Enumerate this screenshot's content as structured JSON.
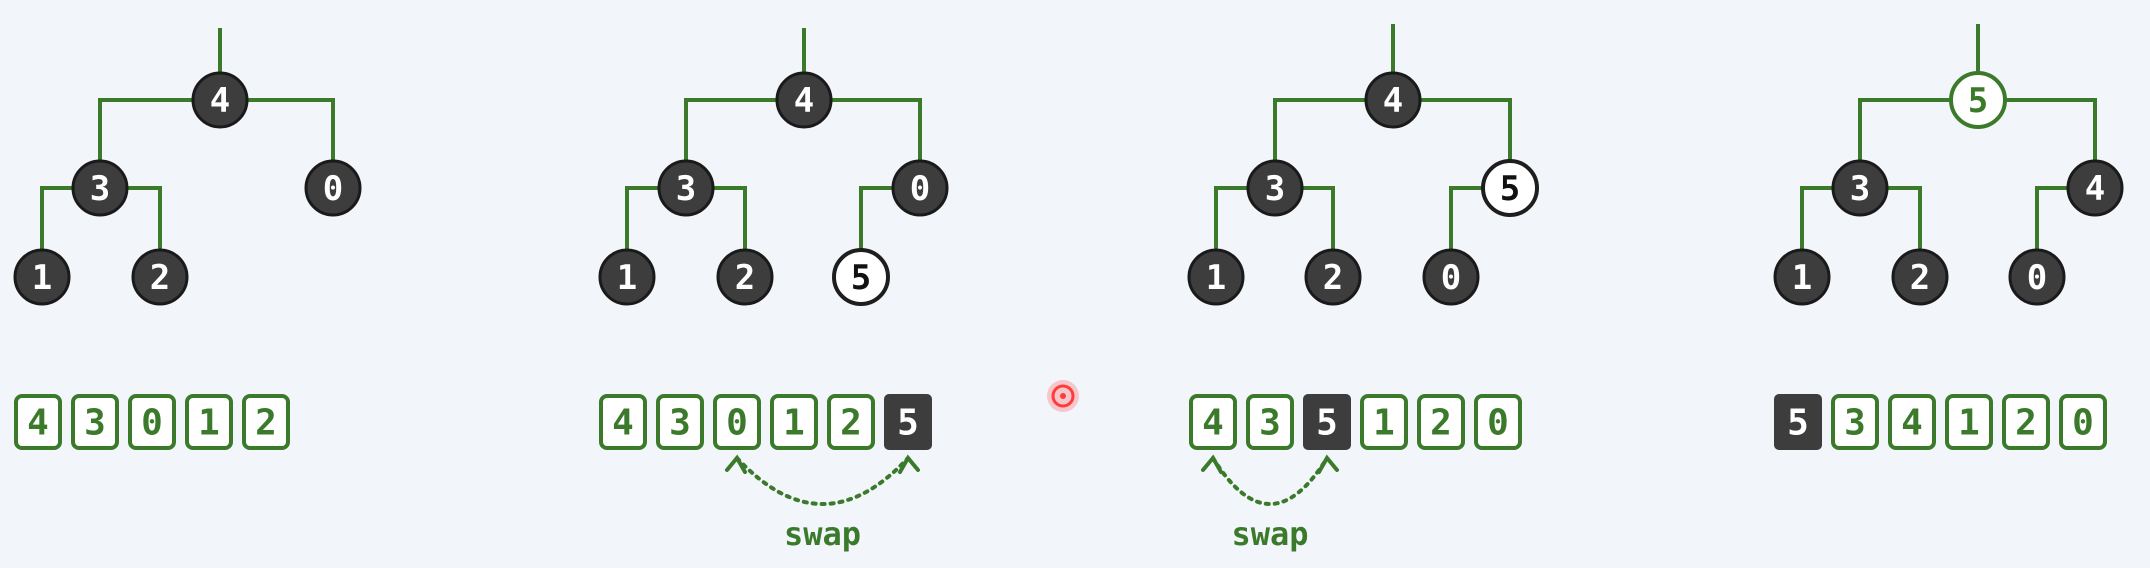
{
  "colors": {
    "edge": "#3b7a2b",
    "node_dark": "#3d3d3d",
    "node_text_light": "#ffffff",
    "node_highlight_fill": "#ffffff",
    "node_highlight_stroke": "#1e1e1e",
    "node_root_stroke": "#3b7a2b",
    "cell_border": "#3b7a2b",
    "cell_text": "#3b7a2b",
    "cell_dark_fill": "#3d3d3d",
    "cell_dark_text": "#ffffff",
    "swap": "#3b7a2b",
    "cursor": "#ff3b3b"
  },
  "panels": [
    {
      "id": "step-1",
      "tree": {
        "root": "4",
        "nodes": [
          {
            "value": "4",
            "parent": null,
            "style": "dark"
          },
          {
            "value": "3",
            "parent": 0,
            "style": "dark"
          },
          {
            "value": "0",
            "parent": 0,
            "style": "dark"
          },
          {
            "value": "1",
            "parent": 1,
            "style": "dark"
          },
          {
            "value": "2",
            "parent": 1,
            "style": "dark"
          }
        ]
      },
      "array": [
        {
          "value": "4",
          "style": "light"
        },
        {
          "value": "3",
          "style": "light"
        },
        {
          "value": "0",
          "style": "light"
        },
        {
          "value": "1",
          "style": "light"
        },
        {
          "value": "2",
          "style": "light"
        }
      ],
      "swap": null
    },
    {
      "id": "step-2",
      "tree": {
        "nodes": [
          {
            "value": "4",
            "parent": null,
            "style": "dark"
          },
          {
            "value": "3",
            "parent": 0,
            "style": "dark"
          },
          {
            "value": "0",
            "parent": 0,
            "style": "dark"
          },
          {
            "value": "1",
            "parent": 1,
            "style": "dark"
          },
          {
            "value": "2",
            "parent": 1,
            "style": "dark"
          },
          {
            "value": "5",
            "parent": 2,
            "style": "highlight"
          }
        ]
      },
      "array": [
        {
          "value": "4",
          "style": "light"
        },
        {
          "value": "3",
          "style": "light"
        },
        {
          "value": "0",
          "style": "light"
        },
        {
          "value": "1",
          "style": "light"
        },
        {
          "value": "2",
          "style": "light"
        },
        {
          "value": "5",
          "style": "dark"
        }
      ],
      "swap": {
        "from": 2,
        "to": 5,
        "label": "swap"
      }
    },
    {
      "id": "step-3",
      "tree": {
        "nodes": [
          {
            "value": "4",
            "parent": null,
            "style": "dark"
          },
          {
            "value": "3",
            "parent": 0,
            "style": "dark"
          },
          {
            "value": "5",
            "parent": 0,
            "style": "highlight"
          },
          {
            "value": "1",
            "parent": 1,
            "style": "dark"
          },
          {
            "value": "2",
            "parent": 1,
            "style": "dark"
          },
          {
            "value": "0",
            "parent": 2,
            "style": "dark"
          }
        ]
      },
      "array": [
        {
          "value": "4",
          "style": "light"
        },
        {
          "value": "3",
          "style": "light"
        },
        {
          "value": "5",
          "style": "dark"
        },
        {
          "value": "1",
          "style": "light"
        },
        {
          "value": "2",
          "style": "light"
        },
        {
          "value": "0",
          "style": "light"
        }
      ],
      "swap": {
        "from": 0,
        "to": 2,
        "label": "swap"
      }
    },
    {
      "id": "step-4",
      "tree": {
        "nodes": [
          {
            "value": "5",
            "parent": null,
            "style": "root-highlight"
          },
          {
            "value": "3",
            "parent": 0,
            "style": "dark"
          },
          {
            "value": "4",
            "parent": 0,
            "style": "dark"
          },
          {
            "value": "1",
            "parent": 1,
            "style": "dark"
          },
          {
            "value": "2",
            "parent": 1,
            "style": "dark"
          },
          {
            "value": "0",
            "parent": 2,
            "style": "dark"
          }
        ]
      },
      "array": [
        {
          "value": "5",
          "style": "dark"
        },
        {
          "value": "3",
          "style": "light"
        },
        {
          "value": "4",
          "style": "light"
        },
        {
          "value": "1",
          "style": "light"
        },
        {
          "value": "2",
          "style": "light"
        },
        {
          "value": "0",
          "style": "light"
        }
      ],
      "swap": null
    }
  ],
  "cursor_icon": "crosshair-cursor-icon"
}
